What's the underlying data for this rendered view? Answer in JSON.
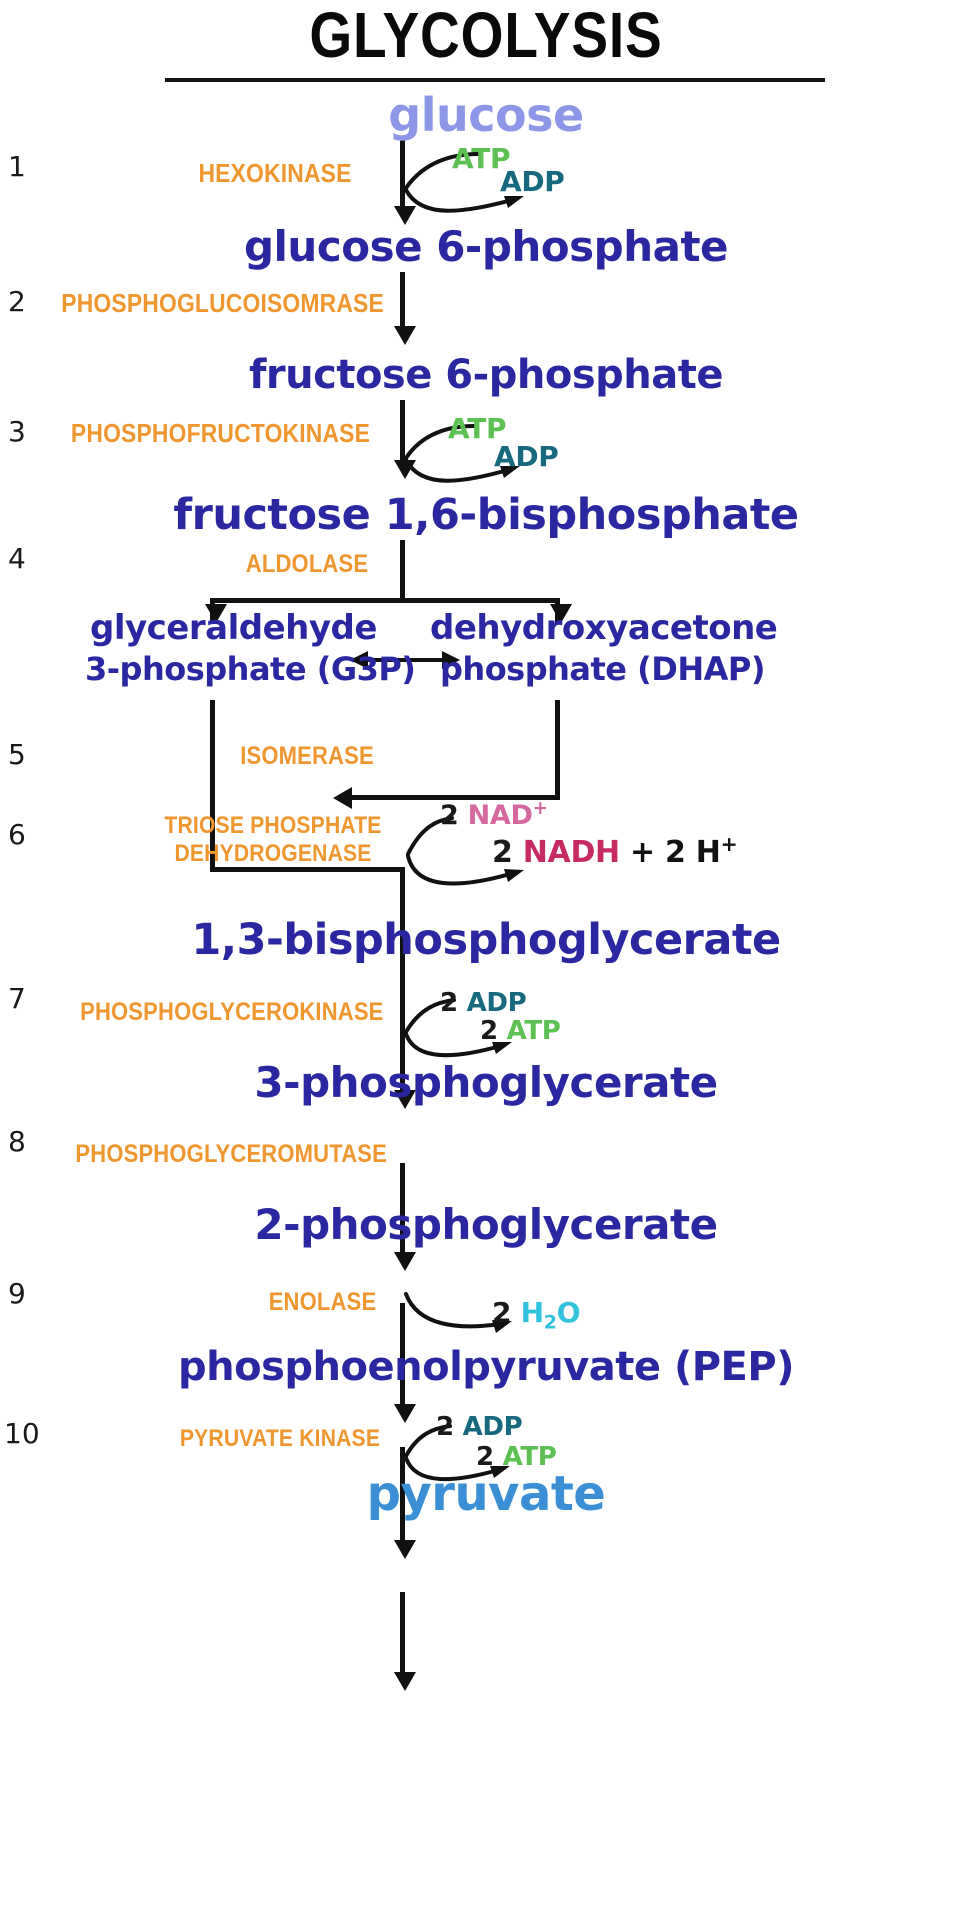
{
  "title": "GLYCOLYSIS",
  "metabolites": {
    "glucose": "glucose",
    "g6p": "glucose 6-phosphate",
    "f6p": "fructose 6-phosphate",
    "f16bp": "fructose 1,6-bisphosphate",
    "g3p_line1": "glyceraldehyde",
    "g3p_line2": "3-phosphate (G3P)",
    "dhap_line1": "dehydroxyacetone",
    "dhap_line2": "phosphate (DHAP)",
    "bpg13": "1,3-bisphosphoglycerate",
    "pg3": "3-phosphoglycerate",
    "pg2": "2-phosphoglycerate",
    "pep": "phosphoenolpyruvate (PEP)",
    "pyruvate": "pyruvate"
  },
  "steps": [
    {
      "number": "1",
      "enzyme": "HEXOKINASE"
    },
    {
      "number": "2",
      "enzyme": "PHOSPHOGLUCOISOMRASE"
    },
    {
      "number": "3",
      "enzyme": "PHOSPHOFRUCTOKINASE"
    },
    {
      "number": "4",
      "enzyme": "ALDOLASE"
    },
    {
      "number": "5",
      "enzyme": "ISOMERASE"
    },
    {
      "number": "6",
      "enzyme": "TRIOSE PHOSPHATE DEHYDROGENASE",
      "enzyme_line1": "TRIOSE PHOSPHATE",
      "enzyme_line2": "DEHYDROGENASE"
    },
    {
      "number": "7",
      "enzyme": "PHOSPHOGLYCEROKINASE"
    },
    {
      "number": "8",
      "enzyme": "PHOSPHOGLYCEROMUTASE"
    },
    {
      "number": "9",
      "enzyme": "ENOLASE"
    },
    {
      "number": "10",
      "enzyme": "PYRUVATE KINASE"
    }
  ],
  "cofactors": {
    "step1_in": "ATP",
    "step1_out": "ADP",
    "step3_in": "ATP",
    "step3_out": "ADP",
    "step6_in_count": "2",
    "step6_in": "NAD",
    "step6_in_charge": "+",
    "step6_out_count": "2",
    "step6_out": "NADH",
    "step6_plus": "+",
    "step6_h_count": "2",
    "step6_h": "H",
    "step6_h_charge": "+",
    "step7_in_count": "2",
    "step7_in": "ADP",
    "step7_out_count": "2",
    "step7_out": "ATP",
    "step9_out_count": "2",
    "step9_out": "H",
    "step9_out_sub": "2",
    "step9_out_tail": "O",
    "step10_in_count": "2",
    "step10_in": "ADP",
    "step10_out_count": "2",
    "step10_out": "ATP"
  },
  "colors": {
    "title": "#0a0a0a",
    "metabolite": "#2a27a0",
    "glucose": "#8e96e8",
    "pyruvate": "#3b8fd4",
    "enzyme": "#f0962e",
    "atp": "#5cc152",
    "adp": "#16697f",
    "nad_plus": "#d4689f",
    "nadh": "#c62a63",
    "water": "#31c3dd",
    "arrow": "#111111"
  },
  "chart_data": {
    "type": "diagram",
    "title": "GLYCOLYSIS",
    "nodes": [
      "glucose",
      "glucose 6-phosphate",
      "fructose 6-phosphate",
      "fructose 1,6-bisphosphate",
      "glyceraldehyde 3-phosphate (G3P)",
      "dehydroxyacetone phosphate (DHAP)",
      "1,3-bisphosphoglycerate",
      "3-phosphoglycerate",
      "2-phosphoglycerate",
      "phosphoenolpyruvate (PEP)",
      "pyruvate"
    ],
    "edges": [
      {
        "step": 1,
        "from": "glucose",
        "to": "glucose 6-phosphate",
        "enzyme": "HEXOKINASE",
        "consumes": [
          "ATP"
        ],
        "produces": [
          "ADP"
        ]
      },
      {
        "step": 2,
        "from": "glucose 6-phosphate",
        "to": "fructose 6-phosphate",
        "enzyme": "PHOSPHOGLUCOISOMRASE",
        "consumes": [],
        "produces": []
      },
      {
        "step": 3,
        "from": "fructose 6-phosphate",
        "to": "fructose 1,6-bisphosphate",
        "enzyme": "PHOSPHOFRUCTOKINASE",
        "consumes": [
          "ATP"
        ],
        "produces": [
          "ADP"
        ]
      },
      {
        "step": 4,
        "from": "fructose 1,6-bisphosphate",
        "to": "glyceraldehyde 3-phosphate (G3P) + dehydroxyacetone phosphate (DHAP)",
        "enzyme": "ALDOLASE",
        "consumes": [],
        "produces": []
      },
      {
        "step": 5,
        "from": "dehydroxyacetone phosphate (DHAP)",
        "to": "glyceraldehyde 3-phosphate (G3P)",
        "enzyme": "ISOMERASE",
        "consumes": [],
        "produces": []
      },
      {
        "step": 6,
        "from": "glyceraldehyde 3-phosphate (G3P)",
        "to": "1,3-bisphosphoglycerate",
        "enzyme": "TRIOSE PHOSPHATE DEHYDROGENASE",
        "consumes": [
          "2 NAD+"
        ],
        "produces": [
          "2 NADH",
          "2 H+"
        ]
      },
      {
        "step": 7,
        "from": "1,3-bisphosphoglycerate",
        "to": "3-phosphoglycerate",
        "enzyme": "PHOSPHOGLYCEROKINASE",
        "consumes": [
          "2 ADP"
        ],
        "produces": [
          "2 ATP"
        ]
      },
      {
        "step": 8,
        "from": "3-phosphoglycerate",
        "to": "2-phosphoglycerate",
        "enzyme": "PHOSPHOGLYCEROMUTASE",
        "consumes": [],
        "produces": []
      },
      {
        "step": 9,
        "from": "2-phosphoglycerate",
        "to": "phosphoenolpyruvate (PEP)",
        "enzyme": "ENOLASE",
        "consumes": [],
        "produces": [
          "2 H2O"
        ]
      },
      {
        "step": 10,
        "from": "phosphoenolpyruvate (PEP)",
        "to": "pyruvate",
        "enzyme": "PYRUVATE KINASE",
        "consumes": [
          "2 ADP"
        ],
        "produces": [
          "2 ATP"
        ]
      }
    ]
  }
}
